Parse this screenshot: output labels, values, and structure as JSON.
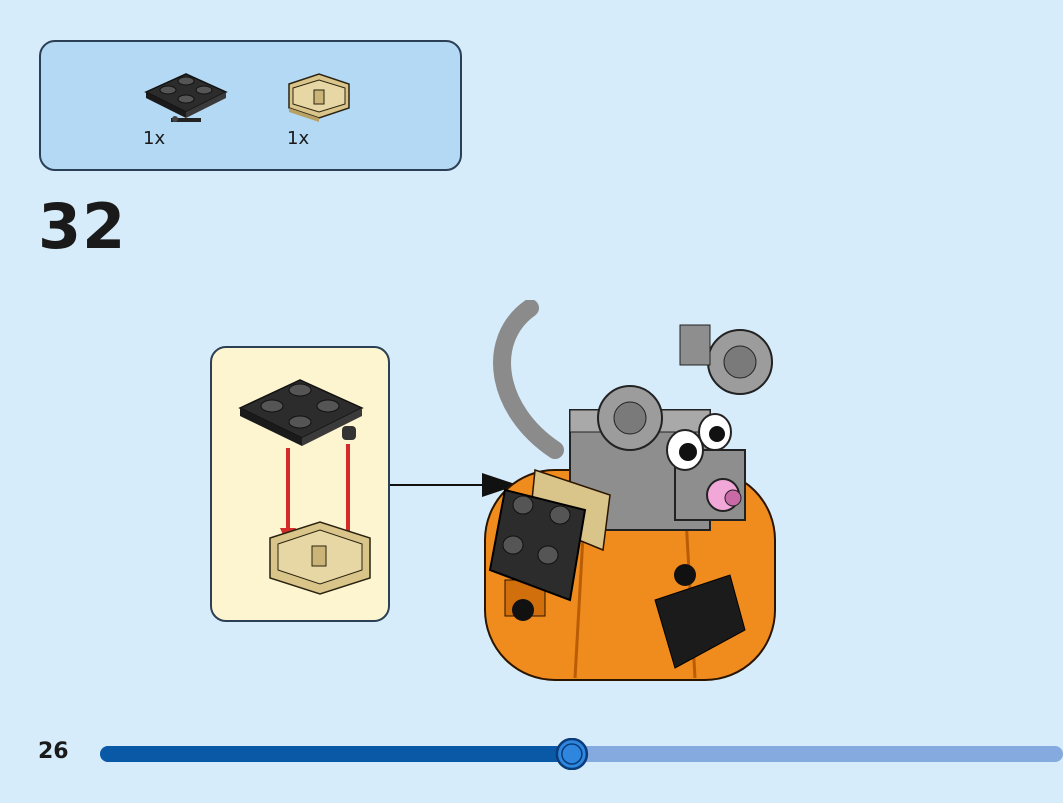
{
  "parts": [
    {
      "name": "black-plate-2x2-with-pin",
      "qty": "1x"
    },
    {
      "name": "tan-bracket-piece",
      "qty": "1x"
    }
  ],
  "step_number": "32",
  "page_number": "26",
  "progress": {
    "fraction": 0.49
  },
  "colors": {
    "background": "#d6ecfb",
    "parts_box": "#b4d9f5",
    "sub_box": "#fdf5d0",
    "progress_done": "#0a59a6",
    "progress_remaining": "#85aadf",
    "arrow": "#d42a2a"
  }
}
